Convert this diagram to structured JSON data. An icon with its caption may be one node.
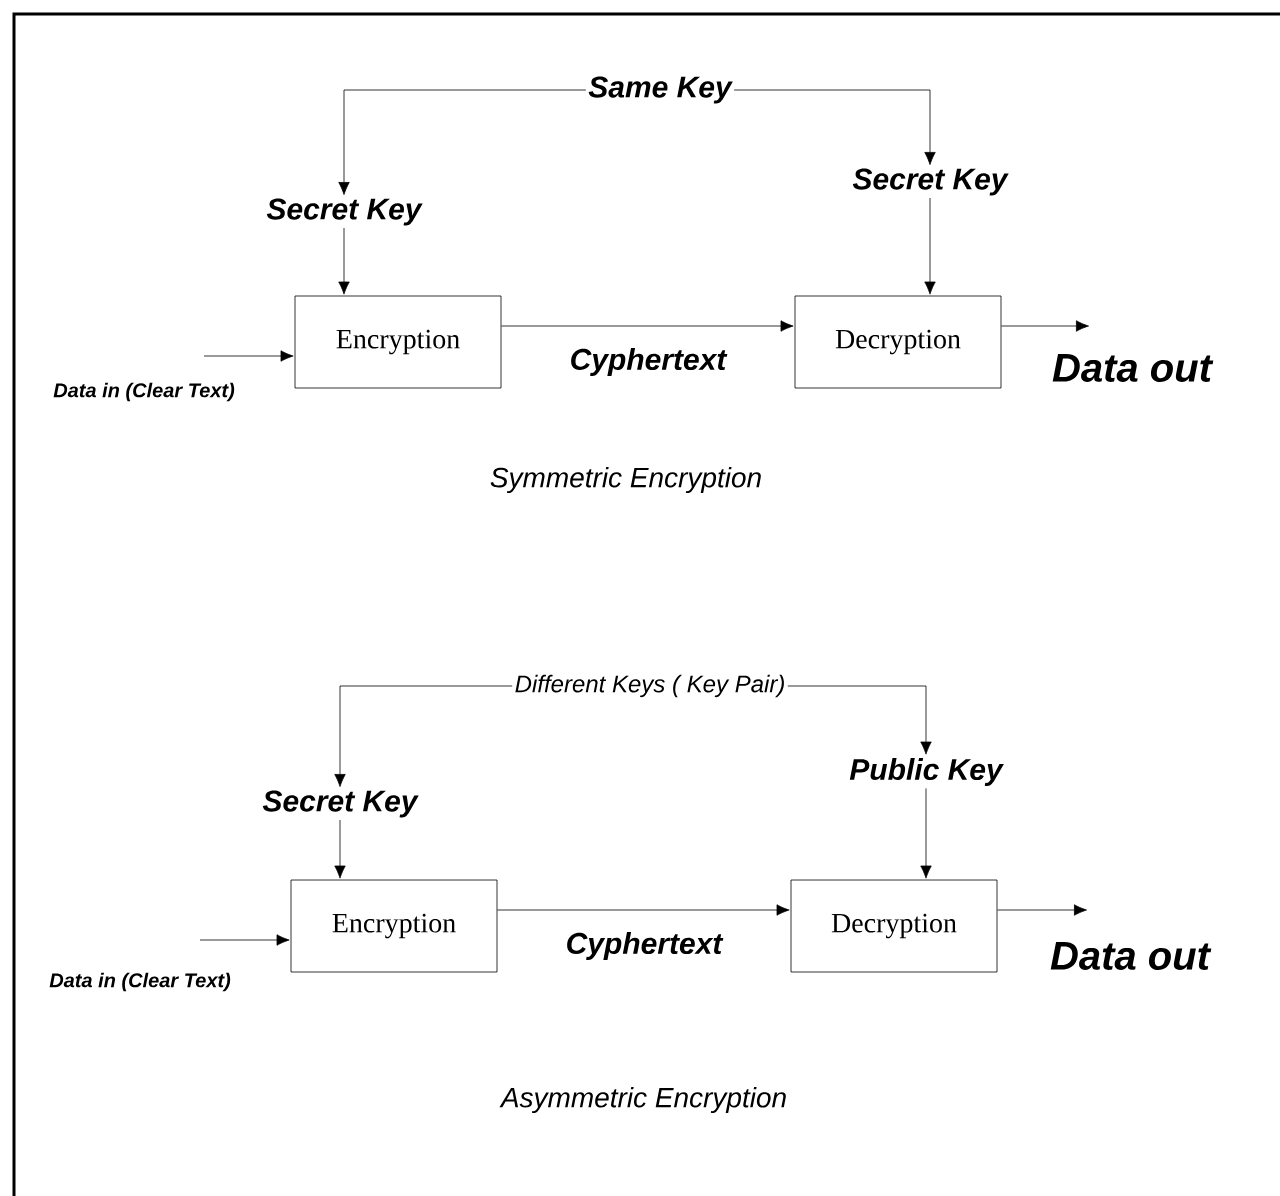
{
  "diagram": {
    "nodes": [
      {
        "text": [
          "Same Key"
        ]
      },
      {
        "text": [
          "Secret Key"
        ]
      },
      {
        "text": [
          "Secret Key"
        ]
      },
      {
        "text": [
          "Encryption"
        ]
      },
      {
        "text": [
          "Decryption"
        ]
      },
      {
        "text": [
          "Data in (Clear Text)"
        ]
      },
      {
        "text": [
          "Data out"
        ]
      },
      {
        "text": [
          "Different Keys ( Key Pair)"
        ]
      },
      {
        "text": [
          "Secret Key"
        ]
      },
      {
        "text": [
          "Public Key"
        ]
      },
      {
        "text": [
          "Encryption"
        ]
      },
      {
        "text": [
          "Decryption"
        ]
      },
      {
        "text": [
          "Data in (Clear Text)"
        ]
      },
      {
        "text": [
          "Data out"
        ]
      }
    ],
    "edges": [
      {
        "from": 0,
        "to": 1,
        "arrow": "to"
      },
      {
        "from": 0,
        "to": 2,
        "arrow": "to"
      },
      {
        "from": 1,
        "to": 3,
        "arrow": "to"
      },
      {
        "from": 2,
        "to": 4,
        "arrow": "to"
      },
      {
        "from": 5,
        "to": 3,
        "arrow": "to"
      },
      {
        "from": 3,
        "to": 4,
        "arrow": "to",
        "label": "Cyphertext"
      },
      {
        "from": 4,
        "to": 6,
        "arrow": "to"
      },
      {
        "from": 7,
        "to": 8,
        "arrow": "to"
      },
      {
        "from": 7,
        "to": 9,
        "arrow": "to"
      },
      {
        "from": 8,
        "to": 10,
        "arrow": "to"
      },
      {
        "from": 9,
        "to": 11,
        "arrow": "to"
      },
      {
        "from": 12,
        "to": 10,
        "arrow": "to"
      },
      {
        "from": 10,
        "to": 11,
        "arrow": "to",
        "label": "Cyphertext"
      },
      {
        "from": 11,
        "to": 13,
        "arrow": "to"
      }
    ],
    "labels": [
      "Symmetric Encryption",
      "Asymmetric Encryption"
    ]
  }
}
